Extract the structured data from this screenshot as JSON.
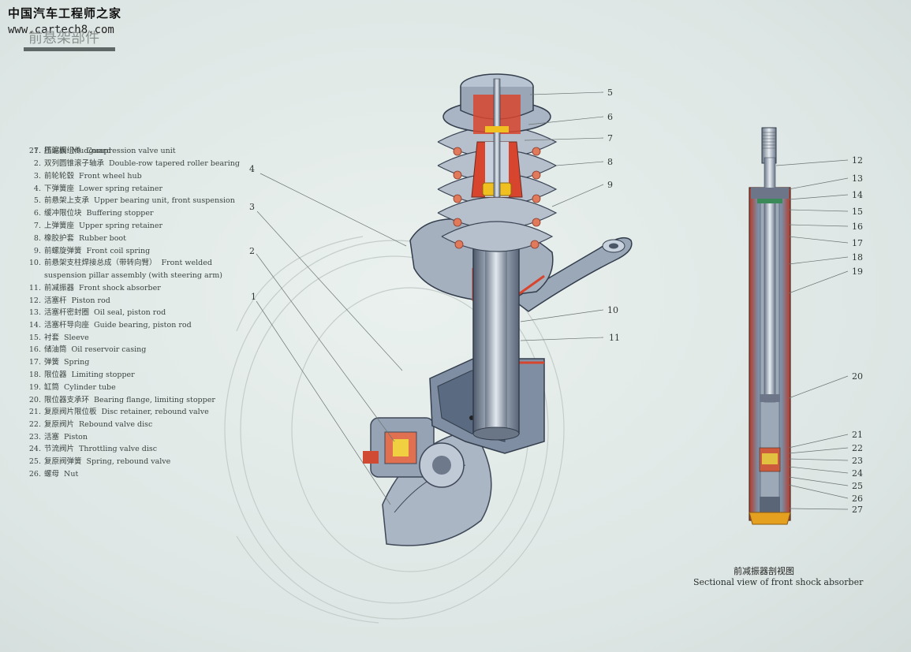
{
  "watermark": {
    "site_name": "中国汽车工程师之家",
    "url": "www.cartech8.com"
  },
  "page_title": "前悬架部件",
  "legend": [
    {
      "num": "1.",
      "zh": "挡泥板",
      "en": "Mudguard"
    },
    {
      "num": "2.",
      "zh": "双列圆锥滚子轴承",
      "en": "Double-row tapered roller bearing"
    },
    {
      "num": "3.",
      "zh": "前轮轮毂",
      "en": "Front wheel hub"
    },
    {
      "num": "4.",
      "zh": "下弹簧座",
      "en": "Lower spring retainer"
    },
    {
      "num": "5.",
      "zh": "前悬架上支承",
      "en": "Upper bearing unit, front suspension"
    },
    {
      "num": "6.",
      "zh": "缓冲限位块",
      "en": "Buffering stopper"
    },
    {
      "num": "7.",
      "zh": "上弹簧座",
      "en": "Upper spring retainer"
    },
    {
      "num": "8.",
      "zh": "橡胶护套",
      "en": "Rubber boot"
    },
    {
      "num": "9.",
      "zh": "前螺旋弹簧",
      "en": "Front coil spring"
    },
    {
      "num": "10.",
      "zh": "前悬架支柱焊接总成（带转向臂）",
      "en": "Front welded",
      "en_cont": "suspension pillar assembly (with steering arm)"
    },
    {
      "num": "11.",
      "zh": "前减振器",
      "en": "Front shock absorber"
    },
    {
      "num": "12.",
      "zh": "活塞杆",
      "en": "Piston rod"
    },
    {
      "num": "13.",
      "zh": "活塞杆密封圈",
      "en": "Oil seal, piston rod"
    },
    {
      "num": "14.",
      "zh": "活塞杆导向座",
      "en": "Guide bearing, piston rod"
    },
    {
      "num": "15.",
      "zh": "衬套",
      "en": "Sleeve"
    },
    {
      "num": "16.",
      "zh": "储油筒",
      "en": "Oil reservoir casing"
    },
    {
      "num": "17.",
      "zh": "弹簧",
      "en": "Spring"
    },
    {
      "num": "18.",
      "zh": "限位器",
      "en": "Limiting stopper"
    },
    {
      "num": "19.",
      "zh": "缸筒",
      "en": "Cylinder tube"
    },
    {
      "num": "20.",
      "zh": "限位器支承环",
      "en": "Bearing flange, limiting stopper"
    },
    {
      "num": "21.",
      "zh": "复原阀片限位板",
      "en": "Disc retainer, rebound valve"
    },
    {
      "num": "22.",
      "zh": "复原阀片",
      "en": "Rebound valve disc"
    },
    {
      "num": "23.",
      "zh": "活塞",
      "en": "Piston"
    },
    {
      "num": "24.",
      "zh": "节流阀片",
      "en": "Throttling valve disc"
    },
    {
      "num": "25.",
      "zh": "复原阀弹簧",
      "en": "Spring, rebound valve"
    },
    {
      "num": "26.",
      "zh": "螺母",
      "en": "Nut"
    },
    {
      "num": "27.",
      "zh": "压缩阀组件",
      "en": "Compression valve unit"
    }
  ],
  "callouts_left": [
    "4",
    "3",
    "2",
    "1"
  ],
  "callouts_strut": [
    "5",
    "6",
    "7",
    "8",
    "9",
    "10",
    "11"
  ],
  "callouts_absorber": [
    "12",
    "13",
    "14",
    "15",
    "16",
    "17",
    "18",
    "19",
    "20",
    "21",
    "22",
    "23",
    "24",
    "25",
    "26",
    "27"
  ],
  "caption": {
    "zh": "前减振器剖视图",
    "en": "Sectional view of front shock absorber"
  },
  "colors": {
    "background": "#dfe8e6",
    "metal": "#8fa0b4",
    "metal_dark": "#4a5566",
    "section_red": "#d8452e",
    "buffer_yellow": "#f0c020",
    "wheel_line": "#c8cfcd"
  }
}
